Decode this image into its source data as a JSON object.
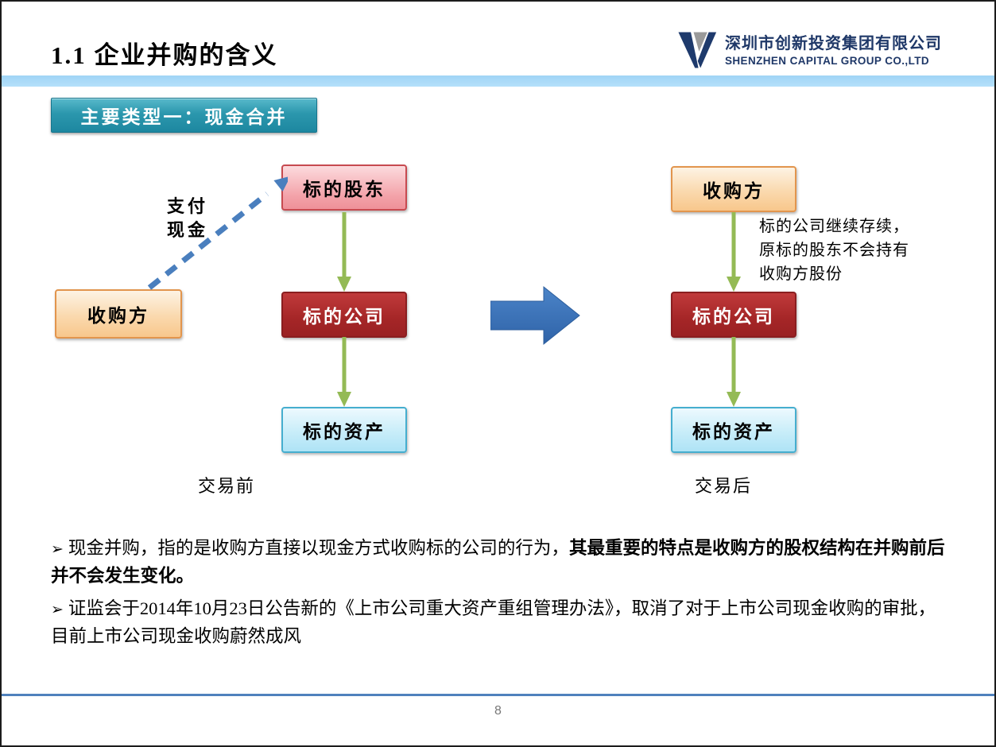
{
  "header": {
    "title": "1.1  企业并购的含义",
    "logo": {
      "company_cn": "深圳市创新投资集团有限公司",
      "company_en": "SHENZHEN CAPITAL GROUP CO.,LTD"
    }
  },
  "badge": {
    "label": "主要类型一：现金合并"
  },
  "diagram": {
    "before": {
      "acquirer": "收购方",
      "payment_line1": "支付",
      "payment_line2": "现金",
      "target_shareholders": "标的股东",
      "target_company": "标的公司",
      "target_assets": "标的资产",
      "caption": "交易前"
    },
    "after": {
      "acquirer": "收购方",
      "target_company": "标的公司",
      "target_assets": "标的资产",
      "note_line1": "标的公司继续存续，",
      "note_line2": "原标的股东不会持有",
      "note_line3": "收购方股份",
      "caption": "交易后"
    }
  },
  "bullets": [
    {
      "marker": "➢",
      "normal": "现金并购，指的是收购方直接以现金方式收购标的公司的行为，",
      "bold": "其最重要的特点是收购方的股权结构在并购前后并不会发生变化。"
    },
    {
      "marker": "➢",
      "normal": "证监会于2014年10月23日公告新的《上市公司重大资产重组管理办法》，取消了对于上市公司现金收购的审批，目前上市公司现金收购蔚然成风",
      "bold": ""
    }
  ],
  "footer": {
    "page_number": "8"
  },
  "colors": {
    "accent_teal": "#1e87a0",
    "light_blue_bar": "#a8d9f8",
    "footer_line_blue": "#4f81bd",
    "arrow_green": "#94ba55",
    "arrow_blue": "#3b72b8",
    "dashed_arrow_blue": "#4a7fbe",
    "box_orange_border": "#e2954d",
    "box_pink_border": "#c74a50",
    "box_darkred": "#a02425",
    "box_cyan_border": "#45aecf",
    "logo_navy": "#1e3a6c"
  }
}
